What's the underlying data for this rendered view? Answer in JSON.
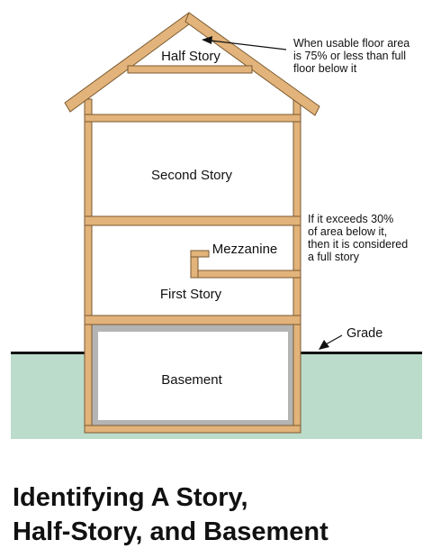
{
  "diagram": {
    "labels": {
      "half_story": "Half Story",
      "second_story": "Second Story",
      "mezzanine": "Mezzanine",
      "first_story": "First Story",
      "basement": "Basement",
      "grade": "Grade"
    },
    "notes": {
      "half_story_note": [
        "When usable floor area",
        "is 75% or less than full",
        "floor below it"
      ],
      "mezzanine_note": [
        "If it exceeds 30%",
        "of area below it,",
        "then it is considered",
        "a full story"
      ]
    },
    "title": [
      "Identifying A Story,",
      "Half-Story, and Basement"
    ],
    "colors": {
      "framing": "#e2b37a",
      "framing_outline": "#7a5a30",
      "ground": "#bcdccb",
      "foundation": "#b4b4b4",
      "grade_line": "#111111"
    }
  }
}
